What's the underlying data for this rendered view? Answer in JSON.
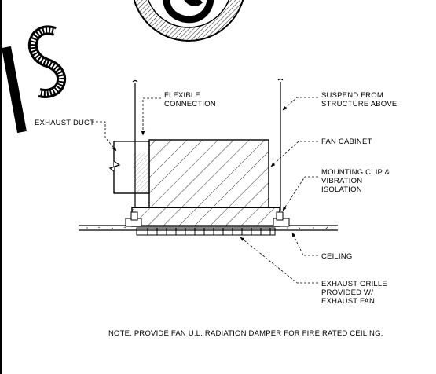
{
  "labels": {
    "flexible_connection": [
      "FLEXIBLE",
      "CONNECTION"
    ],
    "suspend": [
      "SUSPEND FROM",
      "STRUCTURE ABOVE"
    ],
    "exhaust_duct": "EXHAUST DUCT",
    "fan_cabinet": "FAN CABINET",
    "mounting_clip": [
      "MOUNTING CLIP &",
      "VIBRATION",
      "ISOLATION"
    ],
    "ceiling": "CEILING",
    "exhaust_grille": [
      "EXHAUST GRILLE",
      "PROVIDED W/",
      "EXHAUST FAN"
    ]
  },
  "note": "NOTE: PROVIDE FAN U.L. RADIATION DAMPER FOR FIRE RATED CEILING.",
  "colors": {
    "line": "#000000",
    "background": "#ffffff"
  }
}
